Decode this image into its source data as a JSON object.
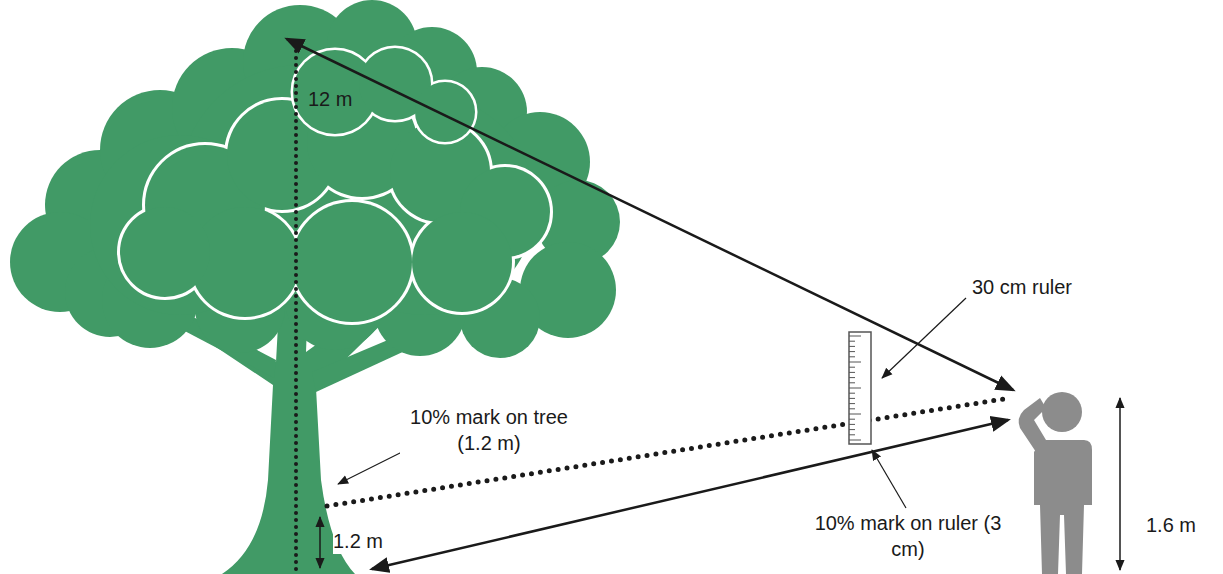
{
  "diagram": {
    "labels": [
      "12 m",
      "30 cm ruler",
      "10% mark on tree (1.2 m)",
      "1.2 m",
      "10% mark on ruler (3 cm)",
      "1.6 m"
    ]
  }
}
